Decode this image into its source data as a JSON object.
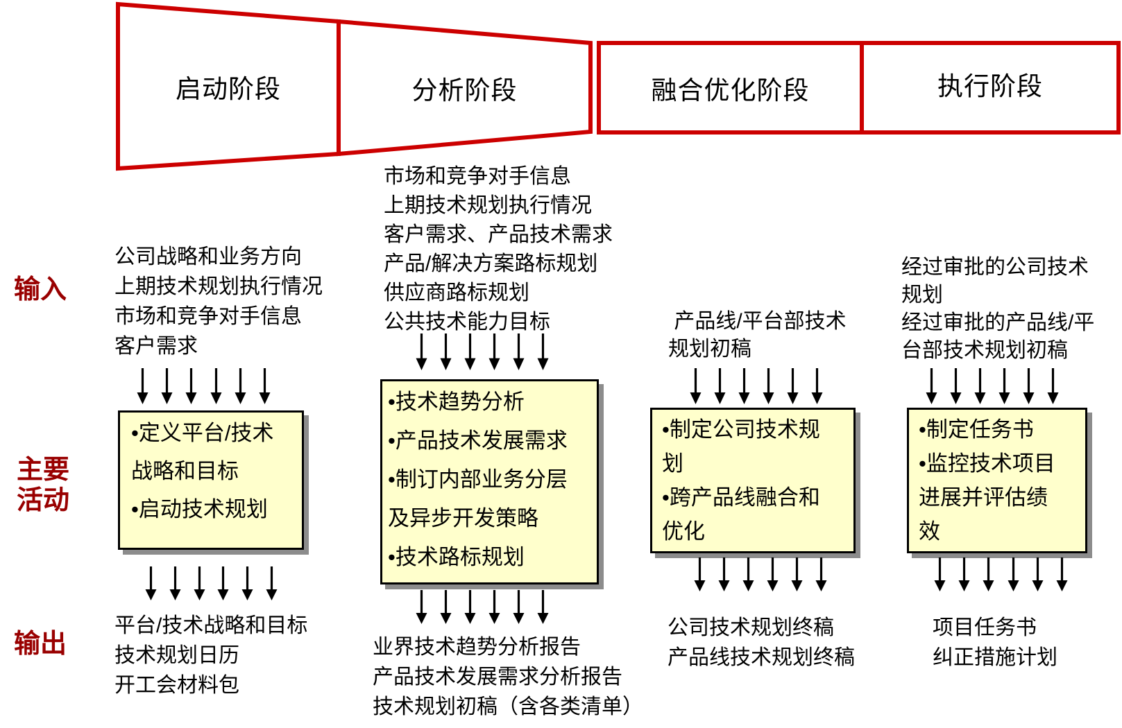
{
  "colors": {
    "phase_border_red": "#CC0000",
    "row_label_red": "#990000",
    "activity_box_fill": "#FFFFCC",
    "activity_box_shadow": "#8C8C8C",
    "text_black": "#000000"
  },
  "phases": [
    {
      "label": "启动阶段"
    },
    {
      "label": "分析阶段"
    },
    {
      "label": "融合优化阶段"
    },
    {
      "label": "执行阶段"
    }
  ],
  "row_labels": {
    "input": "输入",
    "activities": "主要\n活动",
    "output": "输出"
  },
  "columns": [
    {
      "inputs": "公司战略和业务方向\n上期技术规划执行情况\n市场和竞争对手信息\n客户需求",
      "activities": "•定义平台/技术\n战略和目标\n•启动技术规划",
      "outputs": "平台/技术战略和目标\n技术规划日历\n开工会材料包"
    },
    {
      "inputs": "市场和竞争对手信息\n上期技术规划执行情况\n客户需求、产品技术需求\n产品/解决方案路标规划\n供应商路标规划\n公共技术能力目标",
      "activities": "•技术趋势分析\n•产品技术发展需求\n•制订内部业务分层\n及异步开发策略\n•技术路标规划",
      "outputs": "业界技术趋势分析报告\n产品技术发展需求分析报告\n技术规划初稿（含各类清单）"
    },
    {
      "inputs": " 产品线/平台部技术\n规划初稿",
      "activities": "•制定公司技术规\n划\n•跨产品线融合和\n优化",
      "outputs": "公司技术规划终稿\n产品线技术规划终稿"
    },
    {
      "inputs": "经过审批的公司技术\n规划\n经过审批的产品线/平\n台部技术规划初稿",
      "activities": "•制定任务书\n•监控技术项目\n进展并评估绩\n效",
      "outputs": "项目任务书\n纠正措施计划"
    }
  ]
}
